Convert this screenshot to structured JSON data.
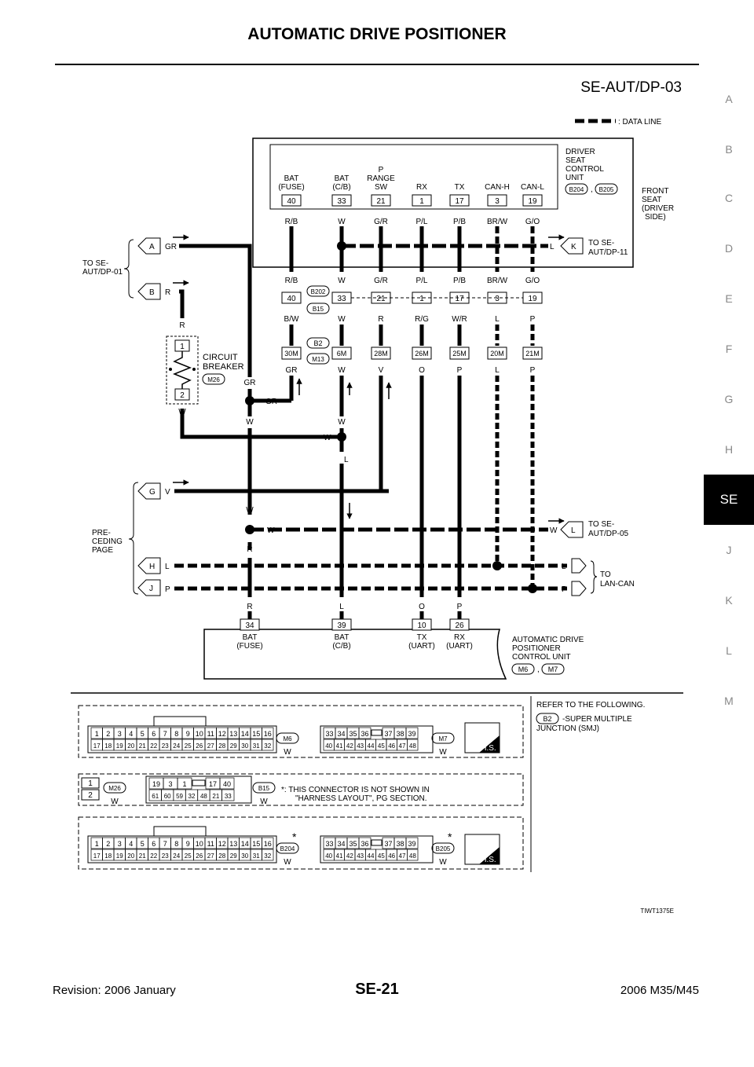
{
  "header": {
    "title": "AUTOMATIC DRIVE POSITIONER",
    "figure_id": "SE-AUT/DP-03"
  },
  "side_index": [
    "A",
    "B",
    "C",
    "D",
    "E",
    "F",
    "G",
    "H",
    "SE",
    "J",
    "K",
    "L",
    "M"
  ],
  "legend": {
    "data_line": ": DATA LINE"
  },
  "top_unit": {
    "name": [
      "DRIVER",
      "SEAT",
      "CONTROL",
      "UNIT"
    ],
    "connectors": [
      "B204",
      "B205"
    ],
    "location": [
      "FRONT",
      "SEAT",
      "(DRIVER",
      "SIDE)"
    ],
    "pins": [
      {
        "label": [
          "BAT",
          "(FUSE)"
        ],
        "pin": "40",
        "color": "R/B"
      },
      {
        "label": [
          "BAT",
          "(C/B)"
        ],
        "pin": "33",
        "color": "W"
      },
      {
        "label": [
          "P",
          "RANGE",
          "SW"
        ],
        "pin": "21",
        "color": "G/R"
      },
      {
        "label": [
          "RX"
        ],
        "pin": "1",
        "color": "P/L"
      },
      {
        "label": [
          "TX"
        ],
        "pin": "17",
        "color": "P/B"
      },
      {
        "label": [
          "CAN-H"
        ],
        "pin": "3",
        "color": "BR/W"
      },
      {
        "label": [
          "CAN-L"
        ],
        "pin": "19",
        "color": "G/O"
      }
    ]
  },
  "joint_b202": {
    "connectors": [
      "B202",
      "B15"
    ],
    "top_colors": [
      "R/B",
      "W",
      "G/R",
      "P/L",
      "P/B",
      "BR/W",
      "G/O"
    ],
    "pins": [
      "40",
      "33",
      "21",
      "1",
      "17",
      "3",
      "19"
    ],
    "bottom_colors": [
      "B/W",
      "W",
      "R",
      "R/G",
      "W/R",
      "L",
      "P"
    ]
  },
  "joint_b2": {
    "connectors": [
      "B2",
      "M13"
    ],
    "pins": [
      "30M",
      "6M",
      "28M",
      "26M",
      "25M",
      "20M",
      "21M"
    ],
    "bottom_colors": [
      "GR",
      "W",
      "V",
      "O",
      "P",
      "L",
      "P"
    ]
  },
  "circuit_breaker": {
    "label": [
      "CIRCUIT",
      "BREAKER"
    ],
    "connector": "M26",
    "pins": [
      "1",
      "2"
    ]
  },
  "refs": {
    "to_01": [
      "TO SE-",
      "AUT/DP-01"
    ],
    "to_11": [
      "TO SE-",
      "AUT/DP-11"
    ],
    "to_05": [
      "TO SE-",
      "AUT/DP-05"
    ],
    "preceding": [
      "PRE-",
      "CEDING",
      "PAGE"
    ],
    "lan_can": [
      "TO",
      "LAN-CAN"
    ]
  },
  "letters": [
    "A",
    "B",
    "G",
    "H",
    "J",
    "K",
    "L",
    "L",
    "P"
  ],
  "wire_colors": [
    "GR",
    "R",
    "R",
    "W",
    "GR",
    "GR",
    "W",
    "W",
    "W",
    "L",
    "V",
    "W",
    "R",
    "W",
    "L",
    "P",
    "R",
    "L",
    "O",
    "P",
    "L",
    "W",
    "W"
  ],
  "bottom_unit": {
    "name": [
      "AUTOMATIC DRIVE",
      "POSITIONER",
      "CONTROL UNIT"
    ],
    "connectors": [
      "M6",
      "M7"
    ],
    "pins": [
      {
        "pin": "34",
        "label": [
          "BAT",
          "(FUSE)"
        ],
        "color": "R"
      },
      {
        "pin": "39",
        "label": [
          "BAT",
          "(C/B)"
        ],
        "color": "L"
      },
      {
        "pin": "10",
        "label": [
          "TX",
          "(UART)"
        ],
        "color": "O"
      },
      {
        "pin": "26",
        "label": [
          "RX",
          "(UART)"
        ],
        "color": "P"
      }
    ]
  },
  "connector_views": {
    "refer_note": "REFER TO THE FOLLOWING.",
    "refer_conn": "B2",
    "refer_desc": [
      "-SUPER MULTIPLE",
      "JUNCTION (SMJ)"
    ],
    "star_note": [
      "*: THIS CONNECTOR IS NOT SHOWN IN",
      "\"HARNESS LAYOUT\", PG SECTION."
    ],
    "hs": "H.S.",
    "w": "W",
    "pins16_top": [
      "1",
      "2",
      "3",
      "4",
      "5",
      "6",
      "7",
      "8",
      "9",
      "10",
      "11",
      "12",
      "13",
      "14",
      "15",
      "16"
    ],
    "pins16_bot": [
      "17",
      "18",
      "19",
      "20",
      "21",
      "22",
      "23",
      "24",
      "25",
      "26",
      "27",
      "28",
      "29",
      "30",
      "31",
      "32"
    ],
    "pins_m7_top": [
      "33",
      "34",
      "35",
      "36",
      "",
      "37",
      "38",
      "39"
    ],
    "pins_m7_bot": [
      "40",
      "41",
      "42",
      "43",
      "44",
      "45",
      "46",
      "47",
      "48"
    ],
    "pins_b15_top": [
      "19",
      "3",
      "1",
      "",
      "17",
      "40"
    ],
    "pins_b15_bot": [
      "61",
      "60",
      "59",
      "32",
      "48",
      "21",
      "33"
    ],
    "names": [
      "M6",
      "M7",
      "M26",
      "B15",
      "B204",
      "B205"
    ]
  },
  "figure_code": "TIWT1375E",
  "footer": {
    "revision": "Revision: 2006 January",
    "page": "SE-21",
    "model": "2006 M35/M45"
  }
}
